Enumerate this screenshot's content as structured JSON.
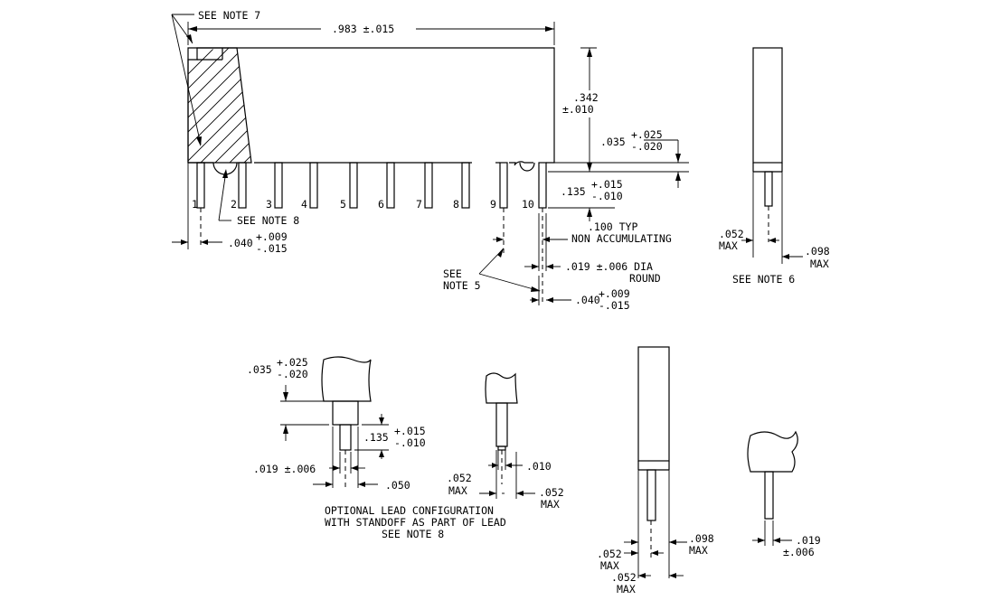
{
  "notes": {
    "see_note_7": "SEE NOTE 7",
    "see_note_8": "SEE NOTE 8",
    "see_note_5_line1": "SEE",
    "see_note_5_line2": "NOTE 5",
    "see_note_6": "SEE NOTE 6"
  },
  "pin_numbers": [
    "1",
    "2",
    "3",
    "4",
    "5",
    "6",
    "7",
    "8",
    "9",
    "10"
  ],
  "front_view": {
    "length": ".983 ±.015",
    "height_main": ".342",
    "height_tol": "±.010",
    "standoff_main": ".035",
    "standoff_plus": "+.025",
    "standoff_minus": "-.020",
    "lead_len_main": ".135",
    "lead_len_plus": "+.015",
    "lead_len_minus": "-.010",
    "pitch_line1": ".100 TYP",
    "pitch_line2": "NON ACCUMULATING",
    "lead_dia_line1": ".019 ±.006 DIA",
    "lead_dia_line2": "ROUND",
    "edge_left_main": ".040",
    "edge_left_plus": "+.009",
    "edge_left_minus": "-.015",
    "edge_right_main": ".040",
    "edge_right_plus": "+.009",
    "edge_right_minus": "-.015"
  },
  "side_view": {
    "width_main": ".052",
    "width_sub": "MAX",
    "body_main": ".098",
    "body_sub": "MAX"
  },
  "optional_lead": {
    "standoff_main": ".035",
    "standoff_plus": "+.025",
    "standoff_minus": "-.020",
    "lead_main": ".135",
    "lead_plus": "+.015",
    "lead_minus": "-.010",
    "dia": ".019 ±.006",
    "shoulder": ".050",
    "caption_line1": "OPTIONAL LEAD CONFIGURATION",
    "caption_line2": "WITH STANDOFF AS PART OF LEAD",
    "caption_line3": "SEE NOTE 8"
  },
  "detail_b": {
    "thickness": ".010",
    "left_main": ".052",
    "left_sub": "MAX",
    "right_main": ".052",
    "right_sub": "MAX"
  },
  "detail_c": {
    "right_main": ".098",
    "right_sub": "MAX",
    "left_main": ".052",
    "left_sub": "MAX",
    "bottom_main": ".052",
    "bottom_sub": "MAX"
  },
  "detail_d": {
    "dia_main": ".019",
    "dia_tol": "±.006"
  }
}
